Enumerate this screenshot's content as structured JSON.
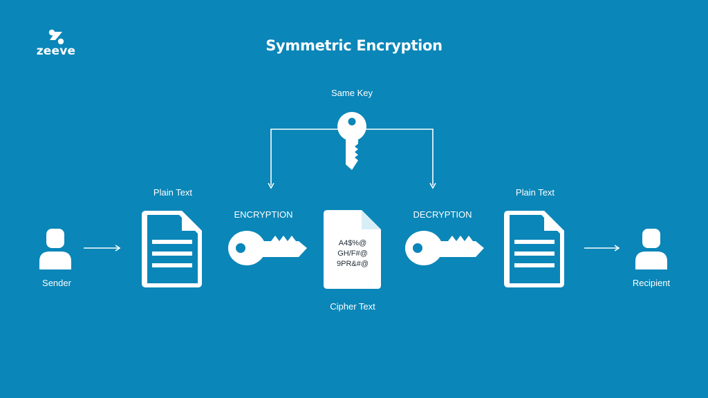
{
  "brand": {
    "name": "zeeve",
    "logo_icon": "zeeve-logo-icon"
  },
  "title": "Symmetric Encryption",
  "key_label": "Same Key",
  "sender_label": "Sender",
  "recipient_label": "Recipient",
  "plain_text_left_label": "Plain Text",
  "plain_text_right_label": "Plain Text",
  "encryption_label": "ENCRYPTION",
  "decryption_label": "DECRYPTION",
  "cipher_label": "Cipher Text",
  "cipher_lines": [
    "A4$%@",
    "GH/F#@",
    "9PR&#@"
  ],
  "colors": {
    "background": "#0a86b8",
    "foreground": "#ffffff",
    "cipher_text": "#1e2a33"
  }
}
